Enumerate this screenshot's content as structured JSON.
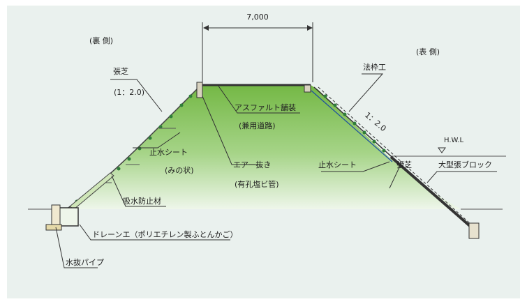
{
  "labels": {
    "dimension": "7,000",
    "back_side": "(裏 側)",
    "front_side": "(表 側)",
    "turf": "張芝",
    "turf_slope": "(1：2.0)",
    "asphalt": "アスファルト舗装",
    "shared_road": "(兼用道路)",
    "frame_work": "法枠工",
    "front_slope": "1：2.0",
    "hwl": "H.W.L",
    "seal_sheet_back": "止水シート",
    "seal_sheet_back_note": "(みの状)",
    "air_vent": "エアー抜き",
    "air_vent_note": "(有孔塩ビ管)",
    "seal_sheet_front": "止水シート",
    "turf_front": "張芝",
    "block": "大型張ブロック",
    "absorb": "吸水防止材",
    "drain": "ドレーンエ（ポリエチレン製ふとんかご）",
    "drain_pipe": "水抜パイプ"
  },
  "colors": {
    "fill_top": "#7dbf4a",
    "fill_bottom": "#ffffff",
    "line": "#333333",
    "plant": "#2f7d3a"
  }
}
